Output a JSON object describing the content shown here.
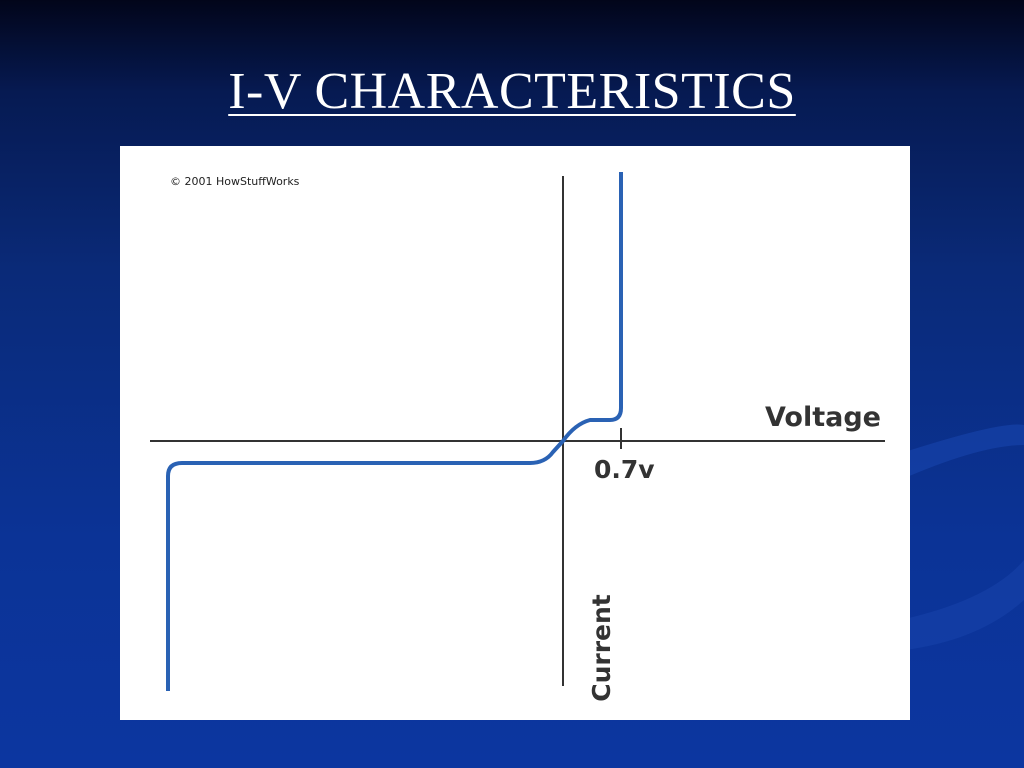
{
  "slide": {
    "title": "I-V CHARACTERISTICS"
  },
  "figure": {
    "copyright": "© 2001 HowStuffWorks",
    "x_axis_label": "Voltage",
    "y_axis_label": "Current",
    "knee_label": "0.7v"
  },
  "colors": {
    "curve": "#2a62b4",
    "axis": "#333333",
    "background_dark": "#02051a",
    "background_light": "#0c36a0",
    "title": "#ffffff"
  }
}
